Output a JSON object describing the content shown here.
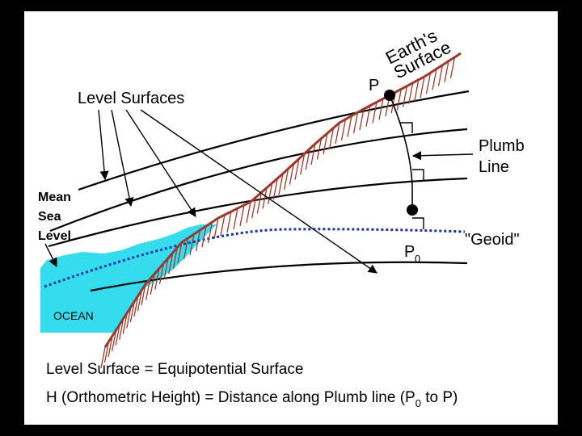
{
  "labels": {
    "earths_line1": "Earth's",
    "earths_line2": "Surface",
    "point_p": "P",
    "level_surfaces": "Level Surfaces",
    "plumb_line1": "Plumb",
    "plumb_line2": "Line",
    "mean_sea_level_1": "Mean",
    "mean_sea_level_2": "Sea",
    "mean_sea_level_3": "Level",
    "point_p0_main": "P",
    "point_p0_sub": "0",
    "geoid": "\"Geoid\"",
    "ocean": "OCEAN"
  },
  "definitions": {
    "line1": "Level Surface = Equipotential Surface",
    "line2_main": "H (Orthometric Height) = Distance along Plumb line (P",
    "line2_sub": "0",
    "line2_tail": " to P)"
  },
  "colors": {
    "terrain": "#a0382a",
    "geoid": "#1a2fa8",
    "ocean": "#33ddee",
    "line": "#000000"
  }
}
